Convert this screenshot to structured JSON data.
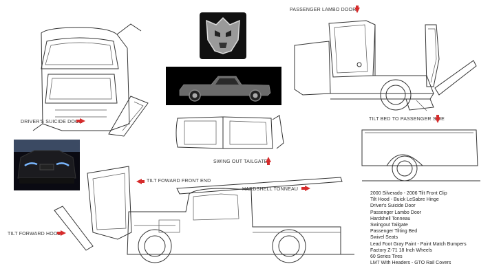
{
  "labels": {
    "passenger_lambo_door": "PASSENGER LAMBO DOOR",
    "drivers_suicide_door": "DRIVER'S SUICIDE DOOR",
    "swing_out_tailgate": "SWING OUT TAILGATE",
    "tilt_bed": "TILT BED TO PASSENGER SIDE",
    "tilt_forward_front_end": "TILT FOWARD FRONT END",
    "hardshell_tonneau": "HARDSHELL TONNEAU",
    "tilt_forward_hood": "TILT FORWARD HOOD"
  },
  "specs": [
    "2000 Silverado - 2006 Tilt Front Clip",
    "Tilt Hood - Buick LeSabre Hinge",
    "Driver's Suicide Door",
    "Passenger Lambo Door",
    "Hardshell Tonneau",
    "Swingout Tailgate",
    "Passenger Tilting Bed",
    "Swivel Seats",
    "Lead Foot Gray Paint - Paint Match Bumpers",
    "Factory Z-71 18 Inch Wheels",
    "60 Series Tires",
    "LM7 With Headers - GTO Rail Covers"
  ],
  "colors": {
    "arrow": "#d62b2b",
    "line": "#333333",
    "photo_bg": "#000000"
  },
  "icons": [
    "autobot-logo",
    "red-arrow"
  ]
}
